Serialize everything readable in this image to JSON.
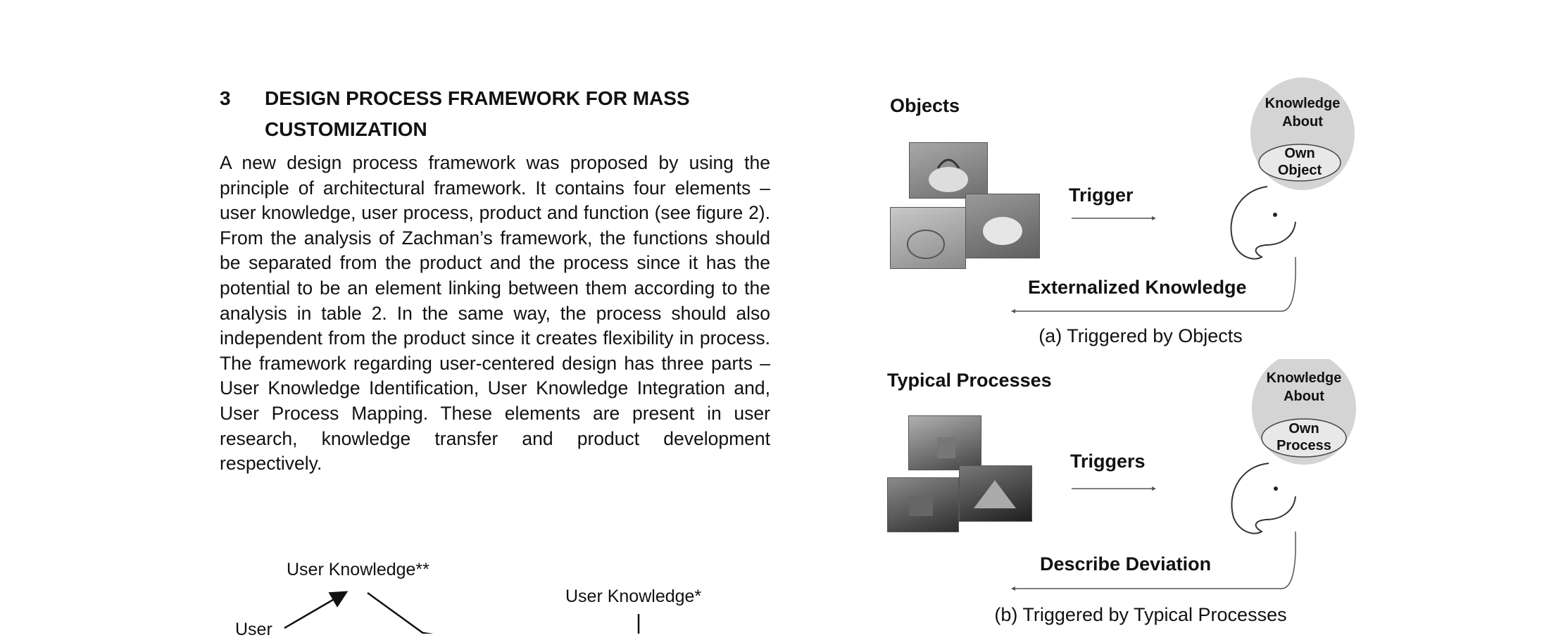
{
  "section": {
    "number": "3",
    "title_line1": "DESIGN PROCESS FRAMEWORK FOR MASS",
    "title_line2": "CUSTOMIZATION",
    "paragraph": "A new design process framework was proposed by using the principle of architectural framework. It contains four elements – user knowledge, user process, product and function (see figure 2).  From the analysis of Zachman’s framework, the functions should be separated from the product and the process since it has the potential to be an element linking between them according to the analysis in table 2. In the same way, the process should also independent from the product since it creates flexibility in process. The framework regarding user-centered design has three parts – User Knowledge Identification, User Knowledge Integration and, User Process Mapping.  These elements are present in user research, knowledge transfer and product development respectively."
  },
  "bottom_diagram": {
    "label_user_knowledge_2": "User Knowledge**",
    "label_user_knowledge_1": "User Knowledge*",
    "label_user": "User"
  },
  "figure_a": {
    "title": "Objects",
    "arrow_label": "Trigger",
    "bubble_line1": "Knowledge",
    "bubble_line2": "About",
    "inner_line1": "Own",
    "inner_line2": "Object",
    "return_label": "Externalized Knowledge",
    "caption": "(a) Triggered by Objects"
  },
  "figure_b": {
    "title": "Typical Processes",
    "arrow_label": "Triggers",
    "bubble_line1": "Knowledge",
    "bubble_line2": "About",
    "inner_line1": "Own",
    "inner_line2": "Process",
    "return_label": "Describe Deviation",
    "caption": "(b) Triggered by Typical Processes"
  }
}
